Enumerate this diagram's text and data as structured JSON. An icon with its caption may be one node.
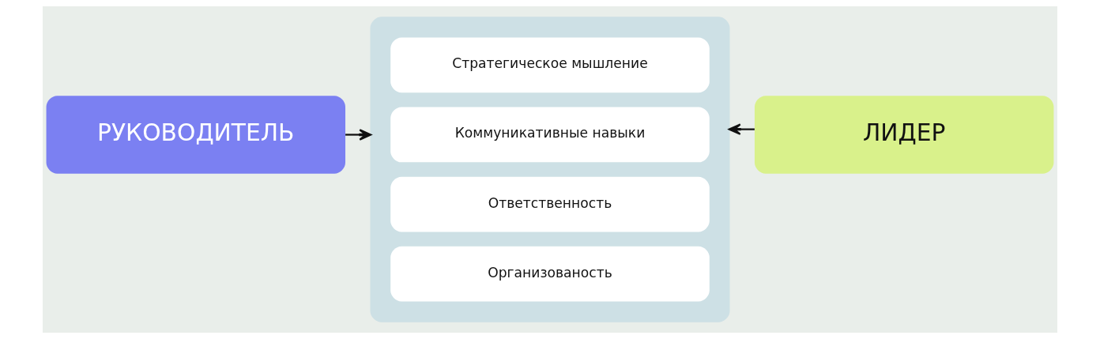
{
  "diagram": {
    "nodes": [
      {
        "text": [
          "РУКОВОДИТЕЛЬ"
        ]
      },
      {
        "text": [],
        "shape": "box"
      },
      {
        "text": [
          "Стратегическое мышление"
        ],
        "in": 1
      },
      {
        "text": [
          "Коммуникативные навыки"
        ],
        "in": 1
      },
      {
        "text": [
          "Ответственность"
        ],
        "in": 1
      },
      {
        "text": [
          "Организованость"
        ],
        "in": 1
      },
      {
        "text": [
          "ЛИДЕР"
        ]
      }
    ],
    "edges": [
      {
        "from": 0,
        "to": 1,
        "arrow": "to"
      },
      {
        "from": 6,
        "to": 1,
        "arrow": "to"
      }
    ]
  }
}
